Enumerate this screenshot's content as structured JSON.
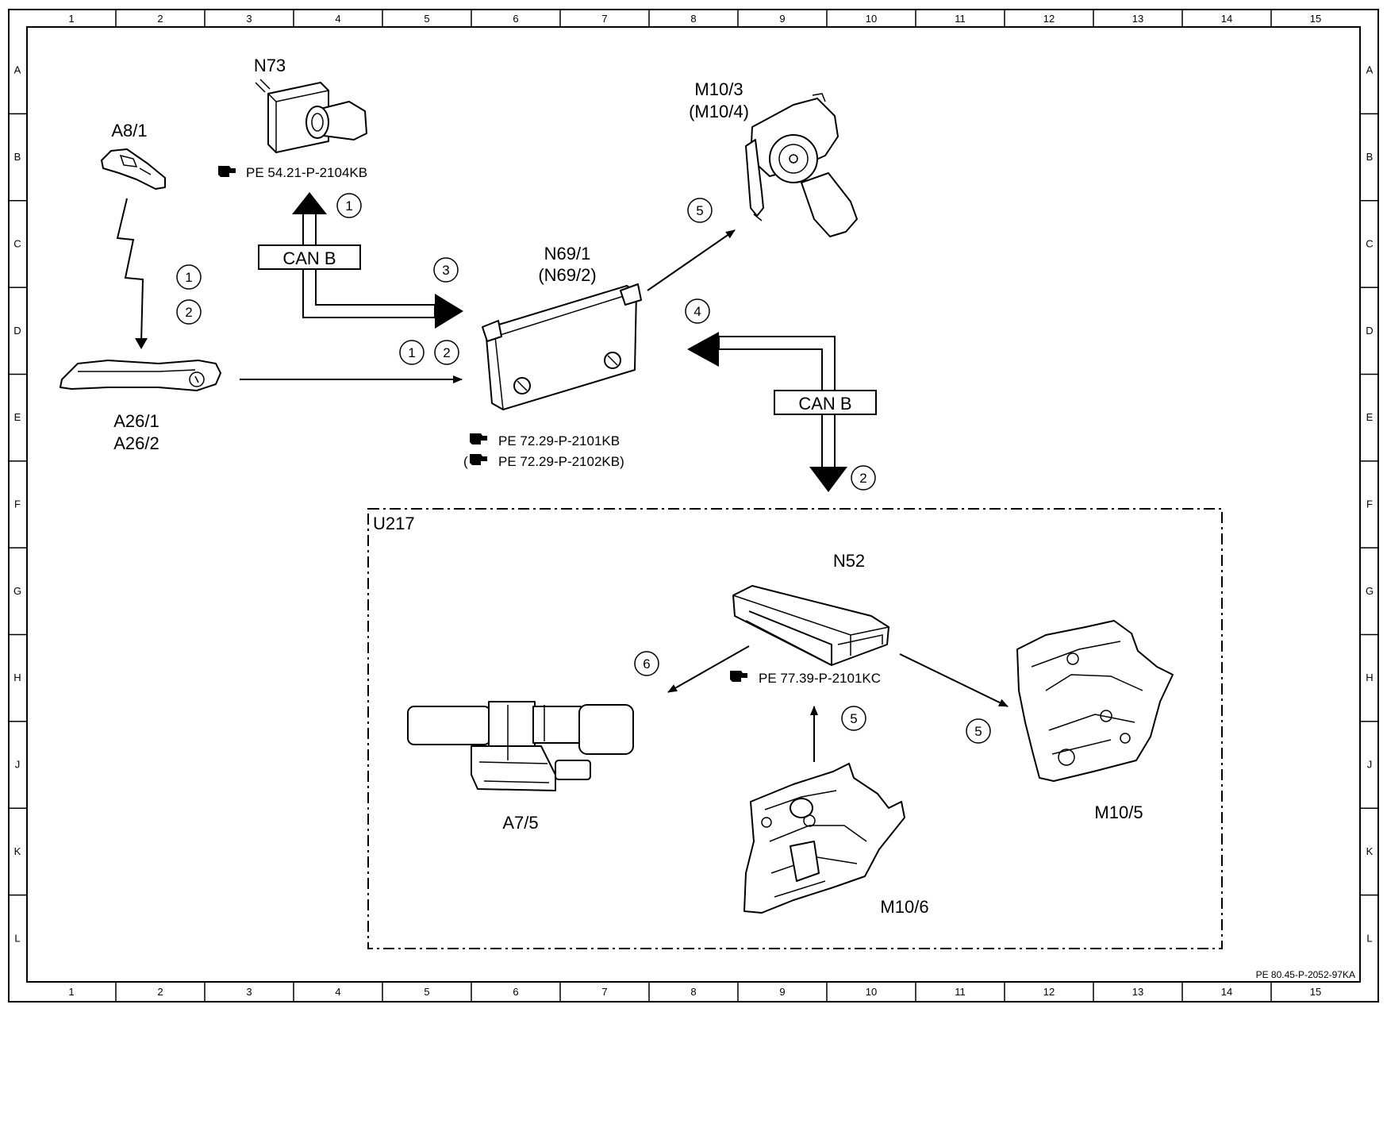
{
  "grid": {
    "columns": [
      "1",
      "2",
      "3",
      "4",
      "5",
      "6",
      "7",
      "8",
      "9",
      "10",
      "11",
      "12",
      "13",
      "14",
      "15"
    ],
    "rows": [
      "A",
      "B",
      "C",
      "D",
      "E",
      "F",
      "G",
      "H",
      "J",
      "K",
      "L"
    ]
  },
  "components": {
    "n73": {
      "label": "N73",
      "ref": "PE 54.21-P-2104KB",
      "icon": "ignition-switch-icon"
    },
    "a8_1": {
      "label": "A8/1",
      "icon": "transmitter-key-icon"
    },
    "m10_3": {
      "label": "M10/3",
      "label2": "(M10/4)",
      "icon": "window-motor-icon"
    },
    "n69_1": {
      "label": "N69/1",
      "label2": "(N69/2)",
      "ref": "PE 72.29-P-2101KB",
      "ref2": "PE 72.29-P-2102KB",
      "icon": "door-control-module-icon"
    },
    "a26": {
      "label": "A26/1",
      "label2": "A26/2",
      "icon": "door-handle-icon"
    },
    "n52": {
      "label": "N52",
      "ref": "PE 77.39-P-2101KC",
      "icon": "soft-top-control-module-icon"
    },
    "a7_5": {
      "label": "A7/5",
      "icon": "hydraulic-unit-icon"
    },
    "m10_5": {
      "label": "M10/5",
      "icon": "rear-window-motor-right-icon"
    },
    "m10_6": {
      "label": "M10/6",
      "icon": "rear-window-motor-left-icon"
    }
  },
  "bus": {
    "top": "CAN B",
    "right": "CAN B"
  },
  "group": {
    "label": "U217"
  },
  "steps": {
    "n73_up": "1",
    "key_a": "1",
    "key_b": "2",
    "can_to_module": "3",
    "handle_a": "1",
    "handle_b": "2",
    "to_motor": "5",
    "from_can": "4",
    "can_down": "2",
    "to_hydraulic": "6",
    "from_m10_6": "5",
    "to_m10_5": "5"
  },
  "footer": {
    "code": "PE 80.45-P-2052-97KA"
  },
  "colors": {
    "ink": "#000000",
    "paper": "#ffffff"
  }
}
